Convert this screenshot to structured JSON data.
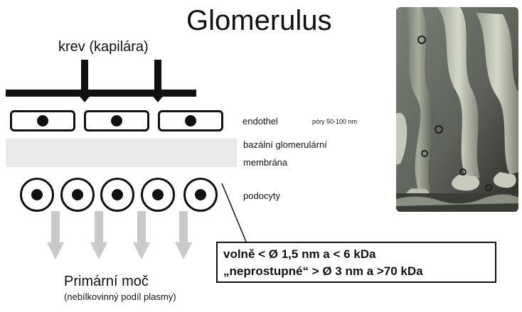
{
  "title": "Glomerulus",
  "blood_label": "krev (kapilára)",
  "labels": {
    "endothel": "endothel",
    "pores": "póry 50-100 nm",
    "membrane_line1": "bazální glomerulární",
    "membrane_line2": "membrána",
    "podocytes": "podocyty"
  },
  "filtration_box": {
    "line1": "volně < Ø 1,5 nm a < 6 kDa",
    "line2": "„neprostupné“ > Ø 3 nm a >70 kDa"
  },
  "output": {
    "title": "Primární moč",
    "subtitle": "(nebílkovinný podíl plasmy)"
  },
  "photo_icon": "electron-micrograph-icon",
  "colors": {
    "ink": "#111111",
    "membrane": "#e9e9e9",
    "arrow": "#c9c9c9",
    "photo": "#6d7269"
  }
}
